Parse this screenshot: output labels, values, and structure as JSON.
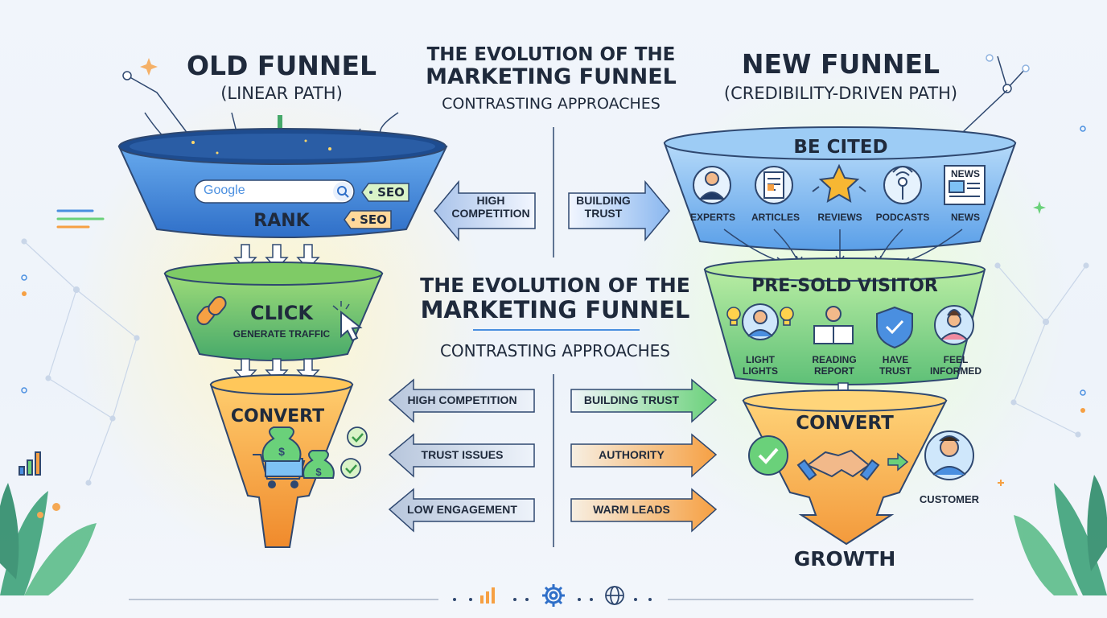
{
  "title": {
    "top_line1": "THE EVOLUTION OF THE",
    "top_line2": "MARKETING FUNNEL",
    "top_sub": "CONTRASTING APPROACHES",
    "mid_line1": "THE EVOLUTION OF THE",
    "mid_line2": "MARKETING FUNNEL",
    "mid_sub": "CONTRASTING APPROACHES"
  },
  "old_funnel": {
    "heading": "OLD FUNNEL",
    "subheading": "(LINEAR PATH)",
    "search_brand": "Google",
    "seo_tag_1": "SEO",
    "seo_tag_2": "SEO",
    "stage_rank": "RANK",
    "stage_click": "CLICK",
    "stage_click_sub": "GENERATE TRAFFIC",
    "stage_convert": "CONVERT"
  },
  "new_funnel": {
    "heading": "NEW FUNNEL",
    "subheading": "(CREDIBILITY-DRIVEN PATH)",
    "stage_cited": "BE CITED",
    "cited_items": [
      "EXPERTS",
      "ARTICLES",
      "REVIEWS",
      "PODCASTS",
      "NEWS"
    ],
    "news_icon_text": "NEWS",
    "stage_presold": "PRE-SOLD VISITOR",
    "presold_items": [
      {
        "line1": "LIGHT",
        "line2": "LIGHTS"
      },
      {
        "line1": "READING",
        "line2": "REPORT"
      },
      {
        "line1": "HAVE",
        "line2": "TRUST"
      },
      {
        "line1": "FEEL",
        "line2": "INFORMED"
      }
    ],
    "stage_convert": "CONVERT",
    "customer_label": "CUSTOMER",
    "growth_label": "GROWTH"
  },
  "arrows": {
    "top_left_line1": "HIGH",
    "top_left_line2": "COMPETITION",
    "top_right_line1": "BUILDING",
    "top_right_line2": "TRUST",
    "left": [
      "HIGH COMPETITION",
      "TRUST ISSUES",
      "LOW ENGAGEMENT"
    ],
    "right": [
      "BUILDING TRUST",
      "AUTHORITY",
      "WARM LEADS"
    ]
  },
  "colors": {
    "funnel_blue": "#4a8fe0",
    "funnel_green": "#7ccf6a",
    "funnel_orange": "#f4a23c",
    "accent_navy": "#1f2a3c"
  },
  "icons": [
    "search-icon",
    "cursor-icon",
    "chain-link-icon",
    "cart-icon",
    "money-bag-icon",
    "check-icon",
    "person-icon",
    "article-icon",
    "star-icon",
    "podcast-icon",
    "news-icon",
    "lightbulb-icon",
    "shield-icon",
    "handshake-icon",
    "gear-icon",
    "bar-chart-icon",
    "globe-icon"
  ]
}
